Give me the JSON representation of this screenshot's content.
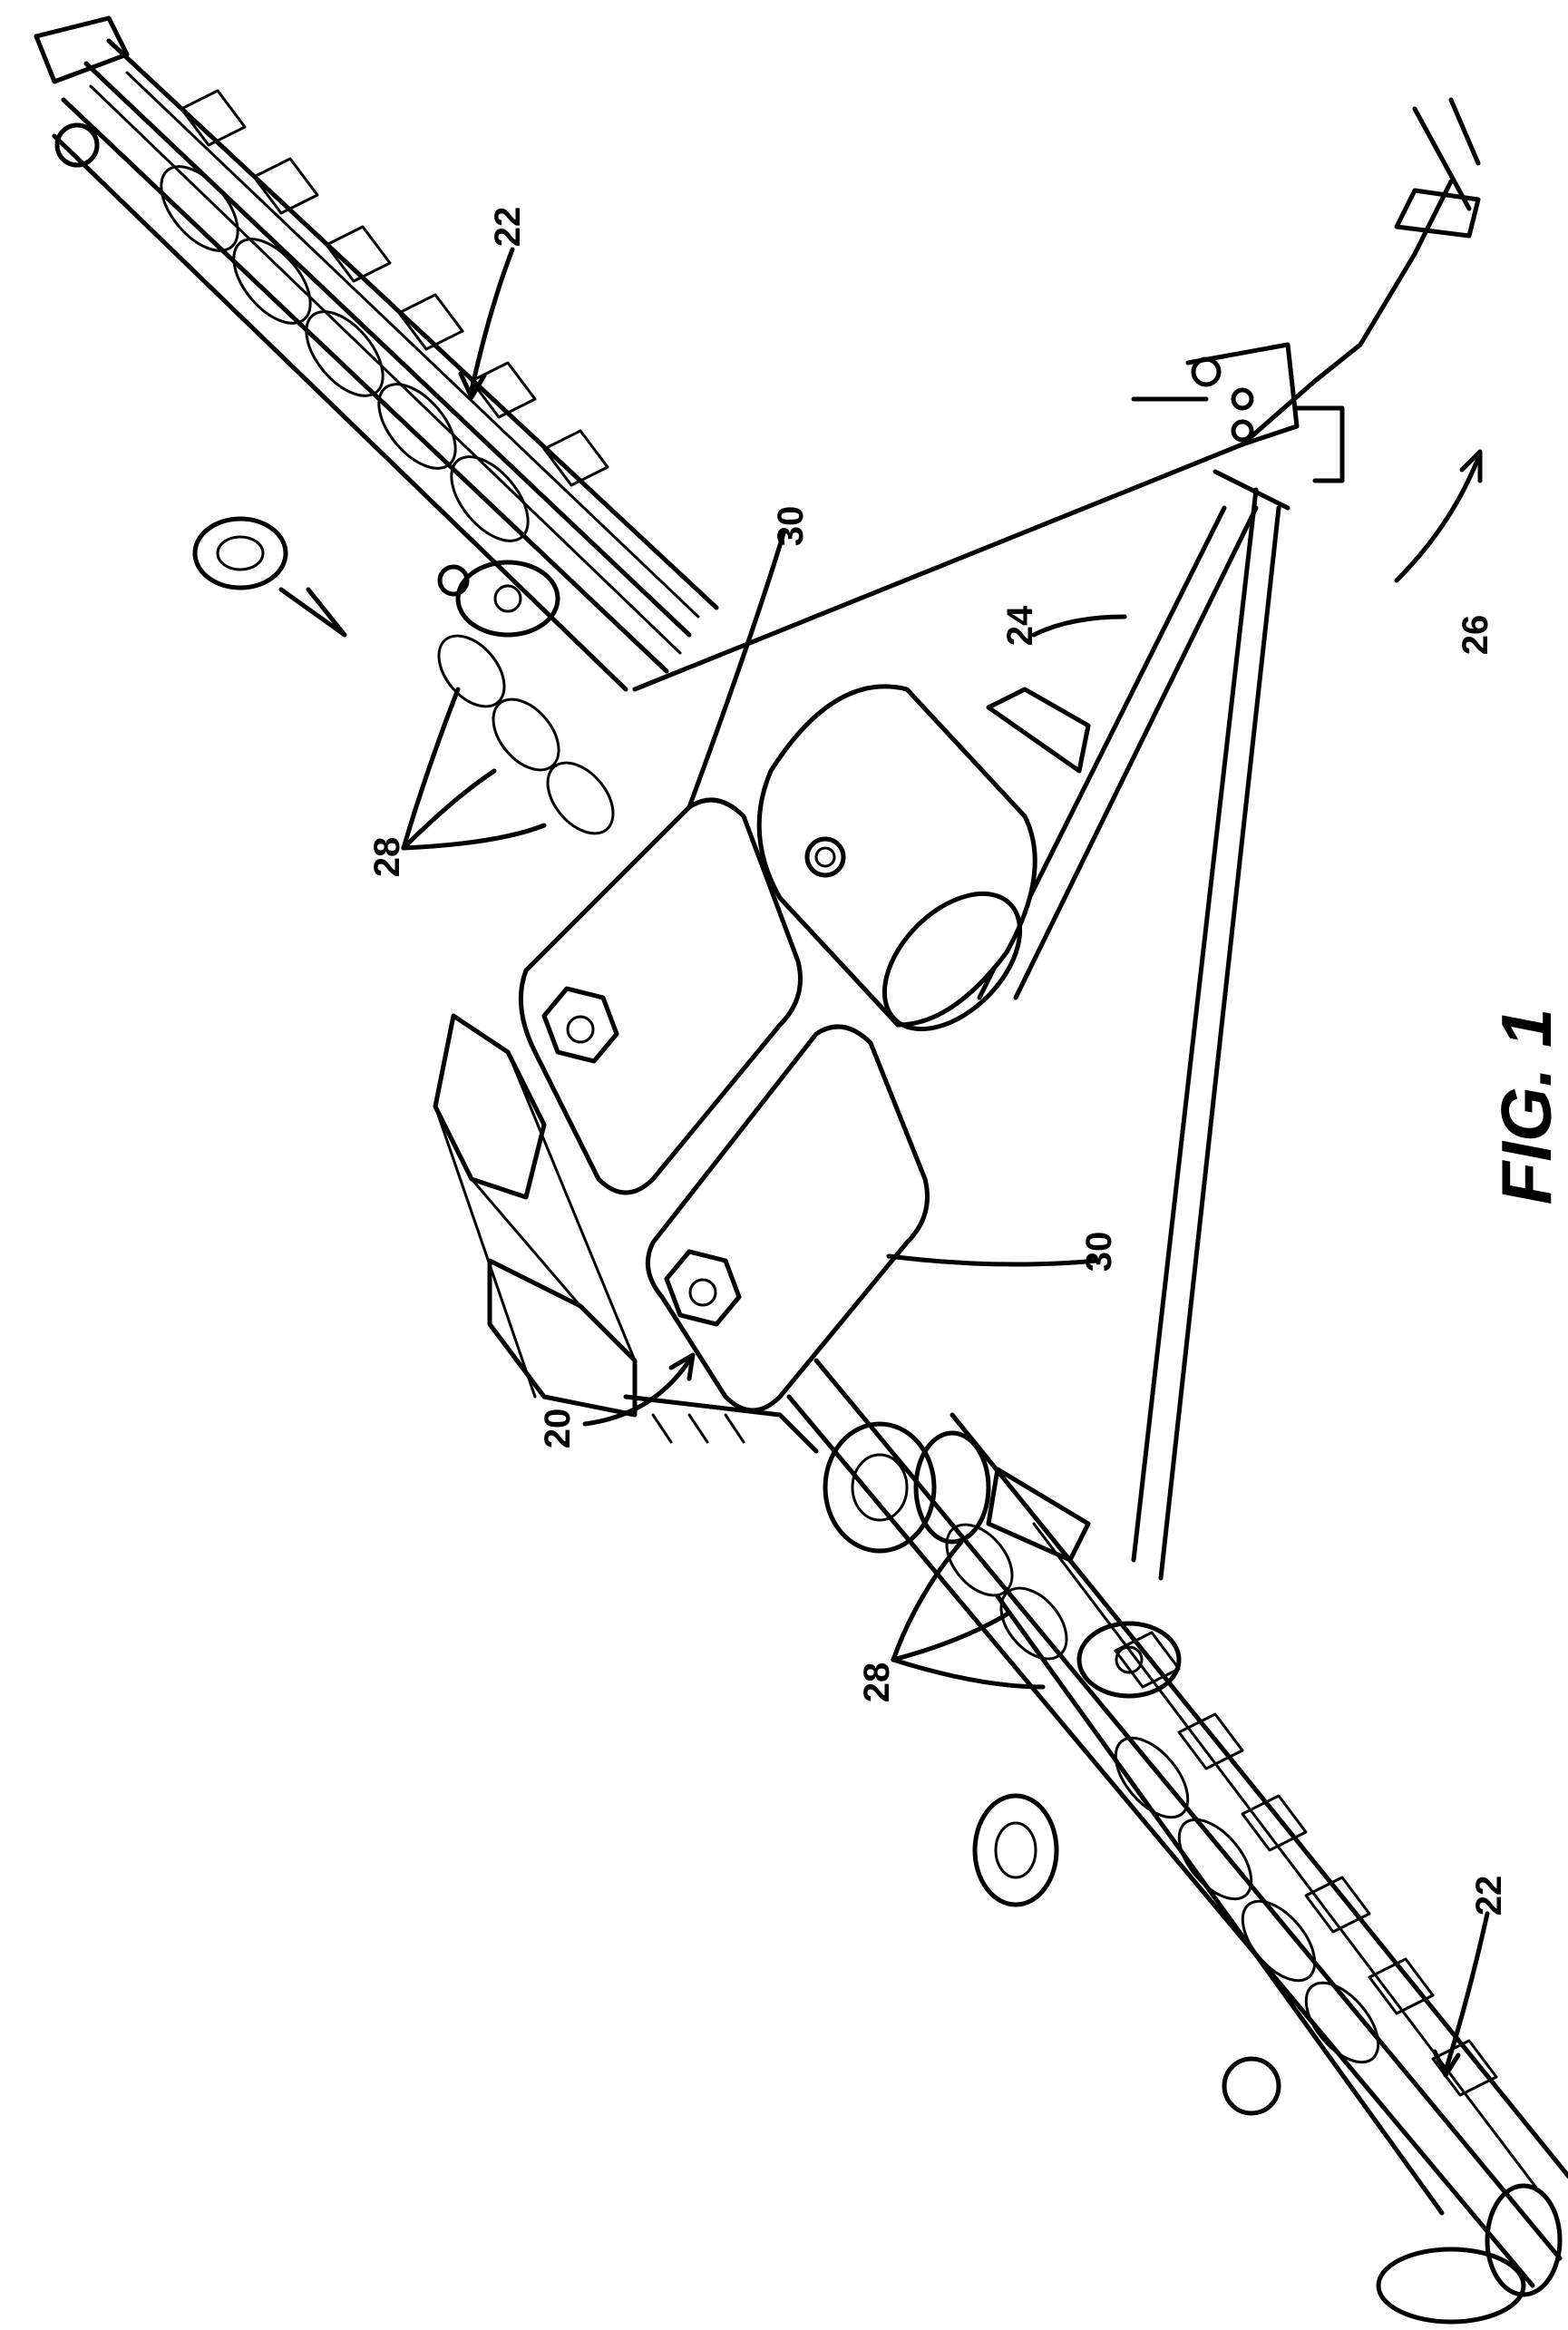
{
  "figure": {
    "caption": "FIG. 1",
    "labels": {
      "machine": "20",
      "toolbar_upper": "22",
      "toolbar_lower": "22",
      "frame": "24",
      "direction": "26",
      "row_units_upper": "28",
      "row_units_lower": "28",
      "tank_upper": "30",
      "tank_lower": "30"
    }
  }
}
